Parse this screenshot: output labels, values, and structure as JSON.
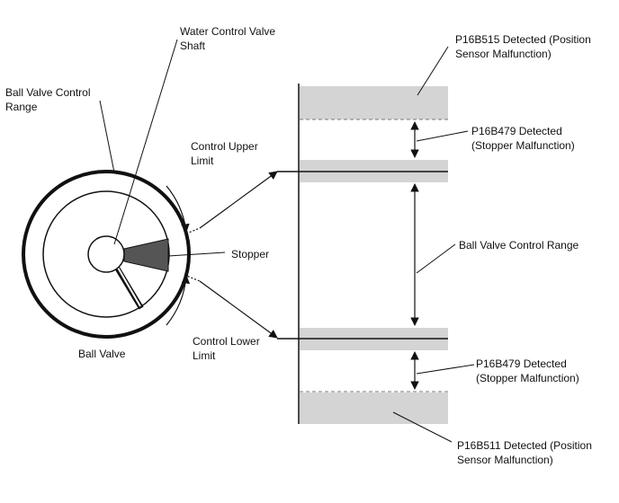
{
  "labels": {
    "shaft": [
      "Water Control Valve",
      "Shaft"
    ],
    "ball_valve_range_left": [
      "Ball Valve Control",
      "Range"
    ],
    "control_upper": [
      "Control Upper",
      "Limit"
    ],
    "stopper": "Stopper",
    "control_lower": [
      "Control Lower",
      "Limit"
    ],
    "ball_valve": "Ball Valve",
    "p16b515": [
      "P16B515 Detected (Position",
      "Sensor Malfunction)"
    ],
    "p16b479_upper": [
      "P16B479 Detected",
      "(Stopper Malfunction)"
    ],
    "ball_valve_range_right": "Ball Valve Control Range",
    "p16b479_lower": [
      "P16B479 Detected",
      "(Stopper Malfunction)"
    ],
    "p16b511": [
      "P16B511 Detected (Position",
      "Sensor Malfunction)"
    ]
  },
  "colors": {
    "line": "#111111",
    "band": "#d4d4d4",
    "stopper_fill": "#555555",
    "dash": "#777777"
  }
}
